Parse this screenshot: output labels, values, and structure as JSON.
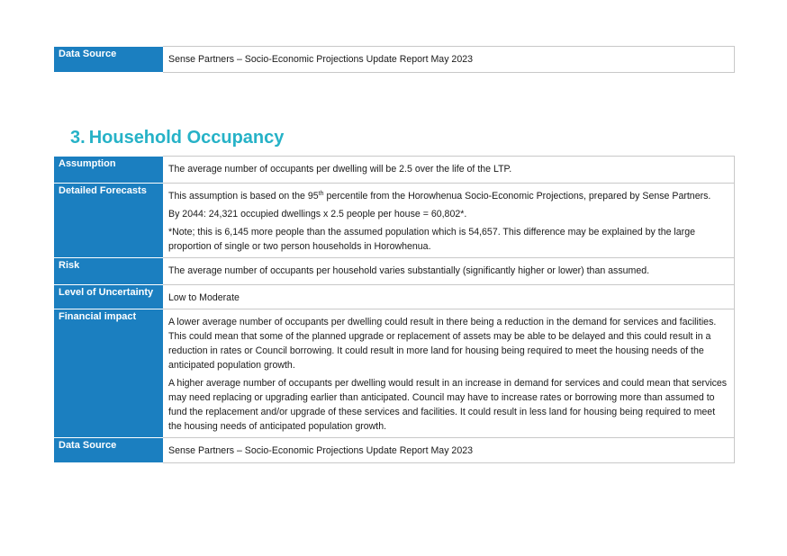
{
  "top_table": {
    "label": "Data Source",
    "value": "Sense Partners – Socio-Economic Projections Update Report May 2023"
  },
  "section": {
    "number": "3.",
    "title": "Household Occupancy"
  },
  "rows": {
    "assumption": {
      "label": "Assumption",
      "text": "The average number of occupants per dwelling will be 2.5 over the life of the LTP."
    },
    "detailed_forecasts": {
      "label": "Detailed Forecasts",
      "p1_before": "This assumption is based on the 95",
      "p1_sup": "th",
      "p1_after": " percentile from the Horowhenua Socio-Economic Projections, prepared by Sense Partners.",
      "p2": "By 2044: 24,321 occupied dwellings x 2.5 people per house = 60,802*.",
      "p3": "*Note; this is 6,145 more people than the assumed population which is 54,657.  This difference may be explained by the large proportion of single or two person households in Horowhenua."
    },
    "risk": {
      "label": "Risk",
      "text": "The average number of occupants per household varies substantially (significantly higher or lower) than assumed."
    },
    "uncertainty": {
      "label": "Level of Uncertainty",
      "text": "Low to Moderate"
    },
    "financial_impact": {
      "label": "Financial impact",
      "p1": "A lower average number of occupants per dwelling could result in there being a reduction in the demand for services and facilities. This could mean that some of the planned upgrade or replacement of assets may be able to be delayed and this could result in a reduction in rates or Council borrowing. It could result in more land for housing being required to meet the housing needs of the anticipated population growth.",
      "p2": "A higher average number of occupants per dwelling would result in an increase in demand for services and could mean that services may need replacing or upgrading earlier than anticipated. Council may have to increase rates or borrowing more than assumed to fund the replacement and/or upgrade of these services and facilities. It could result in less land for housing being required to meet the housing needs of anticipated population growth."
    },
    "data_source": {
      "label": "Data Source",
      "text": "Sense Partners – Socio-Economic Projections Update Report May 2023"
    }
  },
  "colors": {
    "label_bg": "#1b7fc0",
    "heading": "#26b2c7",
    "border": "#c8c8c8"
  }
}
